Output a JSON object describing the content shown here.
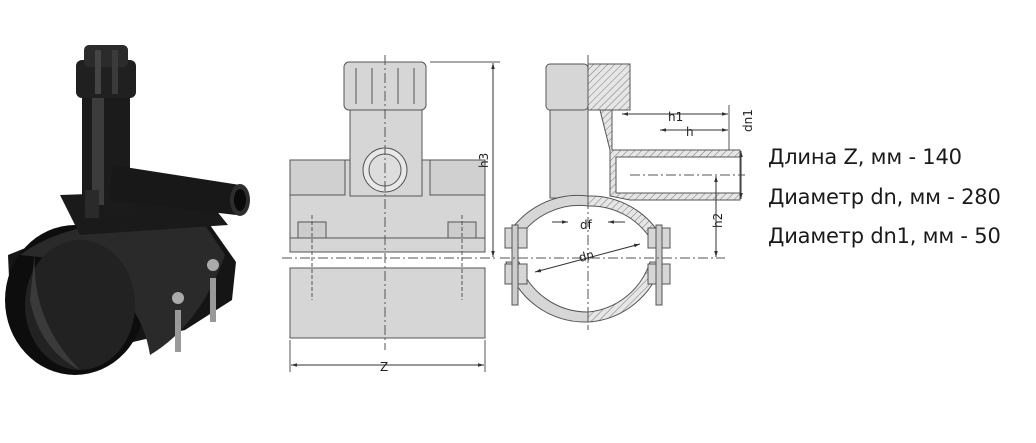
{
  "specs": [
    "Длина Z, мм - 140",
    "Диаметр dn, мм - 280",
    "Диаметр dn1, мм - 50"
  ],
  "drawing_labels": {
    "z": "Z",
    "h3": "h3",
    "h1": "h1",
    "h": "h",
    "dn1": "dn1",
    "h2": "h2",
    "df": "df",
    "dn": "dn"
  },
  "colors": {
    "part_fill": "#d6d6d6",
    "line": "#555555",
    "product": "#1c1c1c"
  }
}
